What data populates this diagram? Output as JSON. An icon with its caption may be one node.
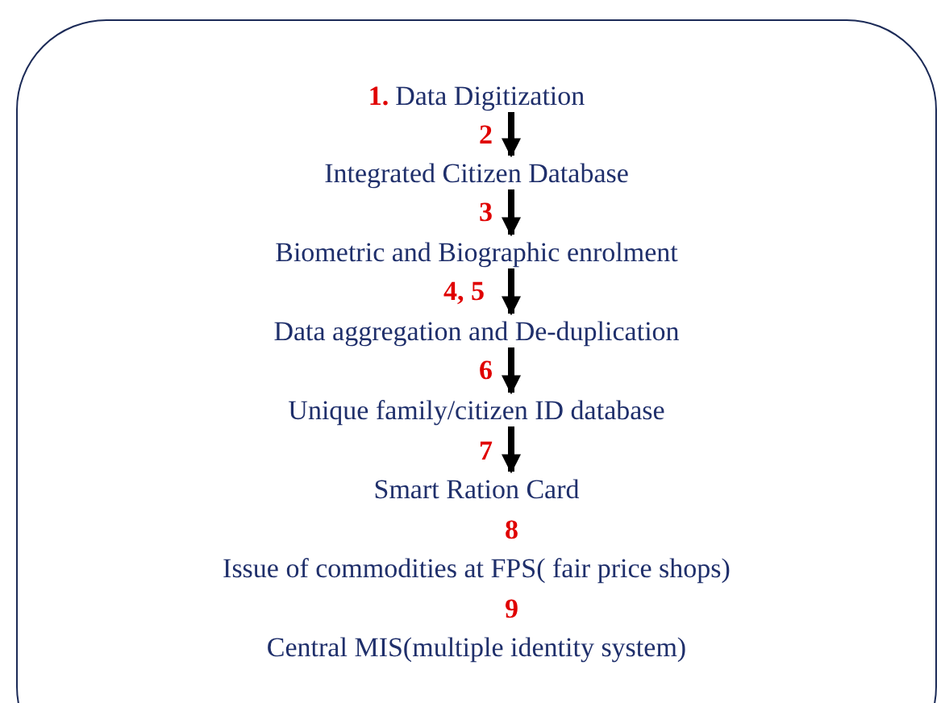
{
  "diagram": {
    "nodes": [
      {
        "text": [],
        "shape": "box"
      },
      {
        "text": [
          "1.",
          "Data Digitization"
        ],
        "in": 0
      },
      {
        "text": [
          "Integrated Citizen Database"
        ],
        "in": 0
      },
      {
        "text": [
          "Biometric and Biographic enrolment"
        ],
        "in": 0
      },
      {
        "text": [
          "Data aggregation and De-duplication"
        ],
        "in": 0
      },
      {
        "text": [
          "Unique family/citizen ID database"
        ],
        "in": 0
      },
      {
        "text": [
          "Smart Ration Card"
        ],
        "in": 0
      },
      {
        "text": [
          "Issue of commodities at FPS( fair price shops)"
        ],
        "in": 0
      },
      {
        "text": [
          "Central MIS(multiple identity system)"
        ],
        "in": 0
      }
    ],
    "edges": [
      {
        "from": 1,
        "to": 2,
        "arrow": "to"
      },
      {
        "from": 2,
        "to": 3,
        "arrow": "to"
      },
      {
        "from": 3,
        "to": 4,
        "arrow": "to"
      },
      {
        "from": 4,
        "to": 5,
        "arrow": "to"
      },
      {
        "from": 5,
        "to": 6,
        "arrow": "to"
      }
    ],
    "labels": [
      "2",
      "3",
      "4, 5",
      "6",
      "7",
      "8",
      "9"
    ]
  }
}
